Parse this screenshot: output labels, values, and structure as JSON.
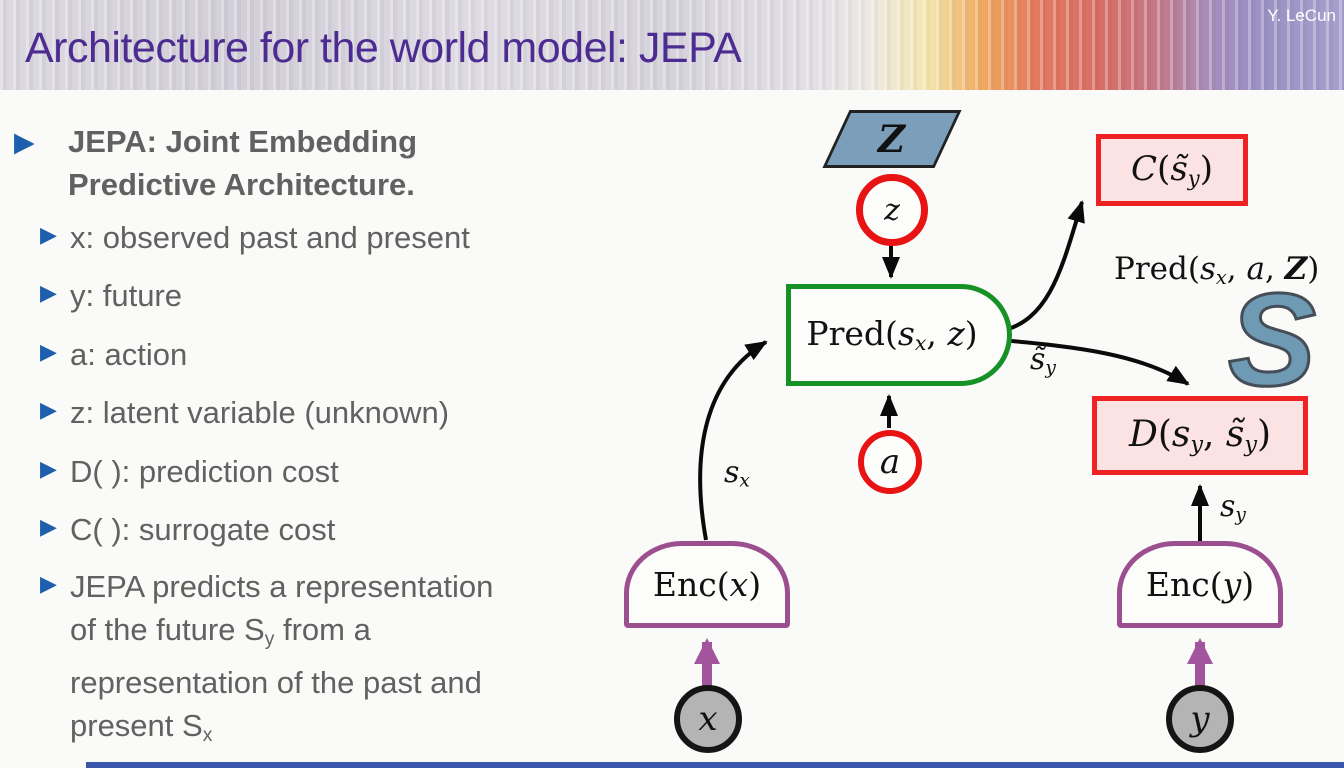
{
  "header": {
    "title": "Architecture for the world model: JEPA",
    "author": "Y. LeCun"
  },
  "bullets": {
    "glyph": "▶",
    "items": [
      {
        "segments": [
          {
            "t": "JEPA: Joint Embedding\nPredictive Architecture."
          }
        ]
      },
      {
        "segments": [
          {
            "t": "x: observed past and present"
          }
        ]
      },
      {
        "segments": [
          {
            "t": "y: future"
          }
        ]
      },
      {
        "segments": [
          {
            "t": "a: action"
          }
        ]
      },
      {
        "segments": [
          {
            "t": "z: latent variable (unknown)"
          }
        ]
      },
      {
        "segments": [
          {
            "t": "D( ): prediction cost"
          }
        ]
      },
      {
        "segments": [
          {
            "t": "C( ): surrogate cost"
          }
        ]
      },
      {
        "segments": [
          {
            "t": "JEPA predicts a representation\nof the future S"
          },
          {
            "t": "y",
            "sub": true
          },
          {
            "t": " from a\nrepresentation of the past and\npresent S"
          },
          {
            "t": "x",
            "sub": true
          }
        ]
      }
    ]
  },
  "diagram": {
    "z_space": {
      "segments": [
        {
          "t": "Z",
          "i": true,
          "cal": true
        }
      ]
    },
    "z_var": {
      "segments": [
        {
          "t": "z",
          "i": true
        }
      ]
    },
    "pred": {
      "segments": [
        {
          "t": "Pred("
        },
        {
          "t": "s",
          "i": true
        },
        {
          "t": "x",
          "sub": true,
          "i": true
        },
        {
          "t": ", "
        },
        {
          "t": "z",
          "i": true
        },
        {
          "t": ")"
        }
      ]
    },
    "action": {
      "segments": [
        {
          "t": "a",
          "i": true
        }
      ]
    },
    "cost_c": {
      "segments": [
        {
          "t": "C",
          "i": true
        },
        {
          "t": "("
        },
        {
          "t": "s̃",
          "i": true
        },
        {
          "t": "y",
          "sub": true,
          "i": true
        },
        {
          "t": ")"
        }
      ]
    },
    "cost_d": {
      "segments": [
        {
          "t": "D",
          "i": true
        },
        {
          "t": "("
        },
        {
          "t": "s",
          "i": true
        },
        {
          "t": "y",
          "sub": true,
          "i": true
        },
        {
          "t": ", "
        },
        {
          "t": "s̃",
          "i": true
        },
        {
          "t": "y",
          "sub": true,
          "i": true
        },
        {
          "t": ")"
        }
      ]
    },
    "pred_full": {
      "segments": [
        {
          "t": "Pred("
        },
        {
          "t": "s",
          "i": true
        },
        {
          "t": "x",
          "sub": true,
          "i": true
        },
        {
          "t": ", "
        },
        {
          "t": "a",
          "i": true
        },
        {
          "t": ", "
        },
        {
          "t": "Z",
          "i": true,
          "cal": true
        },
        {
          "t": ")"
        }
      ]
    },
    "enc_x": {
      "segments": [
        {
          "t": "Enc("
        },
        {
          "t": "x",
          "i": true
        },
        {
          "t": ")"
        }
      ]
    },
    "enc_y": {
      "segments": [
        {
          "t": "Enc("
        },
        {
          "t": "y",
          "i": true
        },
        {
          "t": ")"
        }
      ]
    },
    "x_input": {
      "segments": [
        {
          "t": "x",
          "i": true
        }
      ]
    },
    "y_input": {
      "segments": [
        {
          "t": "y",
          "i": true
        }
      ]
    },
    "s_x": {
      "segments": [
        {
          "t": "s",
          "i": true
        },
        {
          "t": "x",
          "sub": true,
          "i": true
        }
      ]
    },
    "s_y": {
      "segments": [
        {
          "t": "s",
          "i": true
        },
        {
          "t": "y",
          "sub": true,
          "i": true
        }
      ]
    },
    "s_tilde_y": {
      "segments": [
        {
          "t": "s̃",
          "i": true
        },
        {
          "t": "y",
          "sub": true,
          "i": true
        }
      ]
    },
    "s_glyph": "S"
  },
  "colors": {
    "title_purple": "#4c2c90",
    "bullet_blue": "#1e5fad",
    "text_gray": "#616161",
    "pred_green": "#169125",
    "cost_red": "#ee2222",
    "cost_pink_fill": "#fbe3e3",
    "enc_purple": "#9c4f8e",
    "steel_blue": "#7b9fba",
    "input_gray": "#b4b4b4",
    "bottom_bar_blue": "#3a57ab"
  }
}
